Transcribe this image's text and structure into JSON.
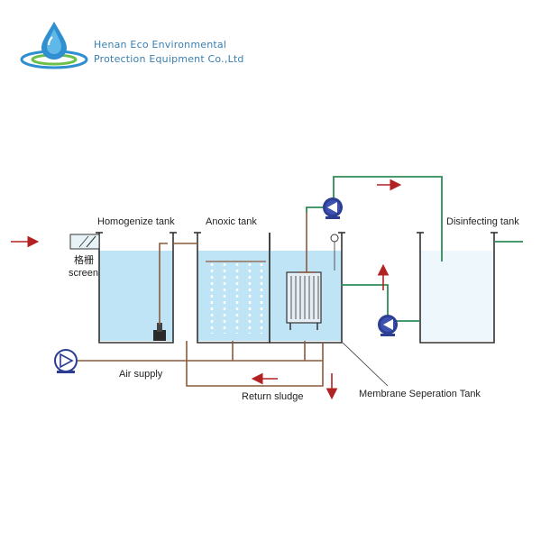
{
  "company": {
    "line1": "Henan Eco Environmental",
    "line2": "Protection Equipment Co.,Ltd",
    "logo_icon": "water-drop-logo-icon"
  },
  "labels": {
    "homogenize_tank": "Homogenize tank",
    "anoxic_tank": "Anoxic tank",
    "disinfecting_tank": "Disinfecting tank",
    "screen_cn": "格栅",
    "screen_en": "screen",
    "air_supply": "Air supply",
    "return_sludge": "Return sludge",
    "membrane_tank": "Membrane Seperation Tank"
  },
  "colors": {
    "water": "#bfe4f5",
    "tank_outline": "#333333",
    "pipe_brown": "#8b5a3c",
    "pipe_green": "#2e8b57",
    "arrow_red": "#b22222",
    "pump_blue": "#2c3e91",
    "brand_blue": "#3a7fb0"
  }
}
